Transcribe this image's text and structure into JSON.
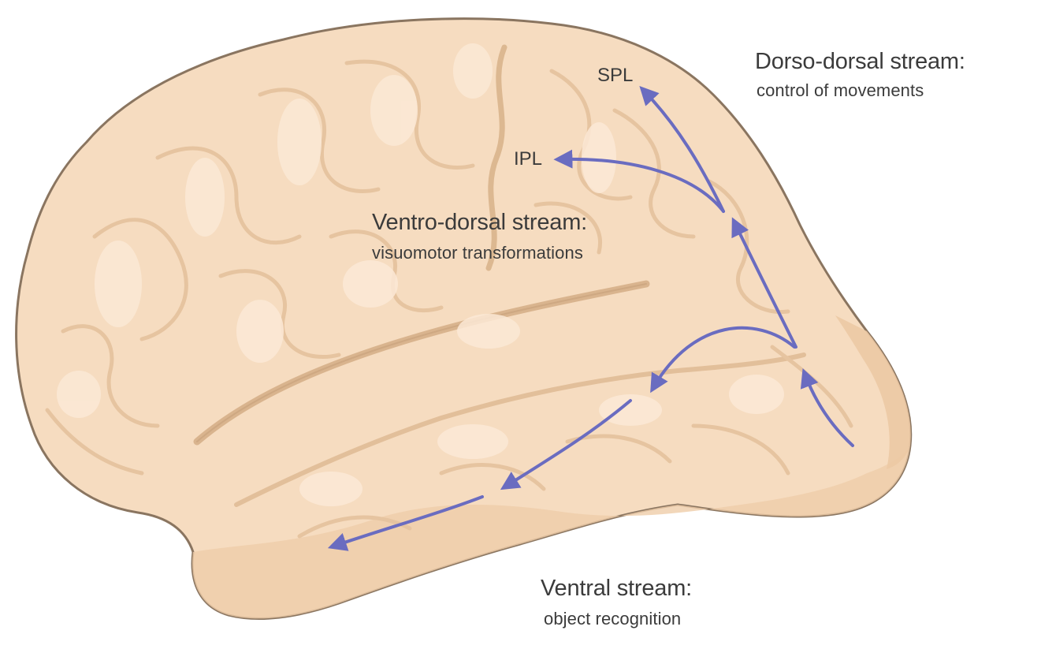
{
  "labels": {
    "spl": "SPL",
    "ipl": "IPL",
    "dorso_dorsal": {
      "title": "Dorso-dorsal stream:",
      "subtitle": "control of movements"
    },
    "ventro_dorsal": {
      "title": "Ventro-dorsal stream:",
      "subtitle": "visuomotor transformations"
    },
    "ventral": {
      "title": "Ventral stream:",
      "subtitle": "object recognition"
    }
  },
  "colors": {
    "brain_fill": "#f6dcc0",
    "brain_outline": "#8a7560",
    "gyrus_highlight": "#fbe9d6",
    "sulcus_shadow": "#e4c2a0",
    "arrow": "#6a6cc0"
  }
}
